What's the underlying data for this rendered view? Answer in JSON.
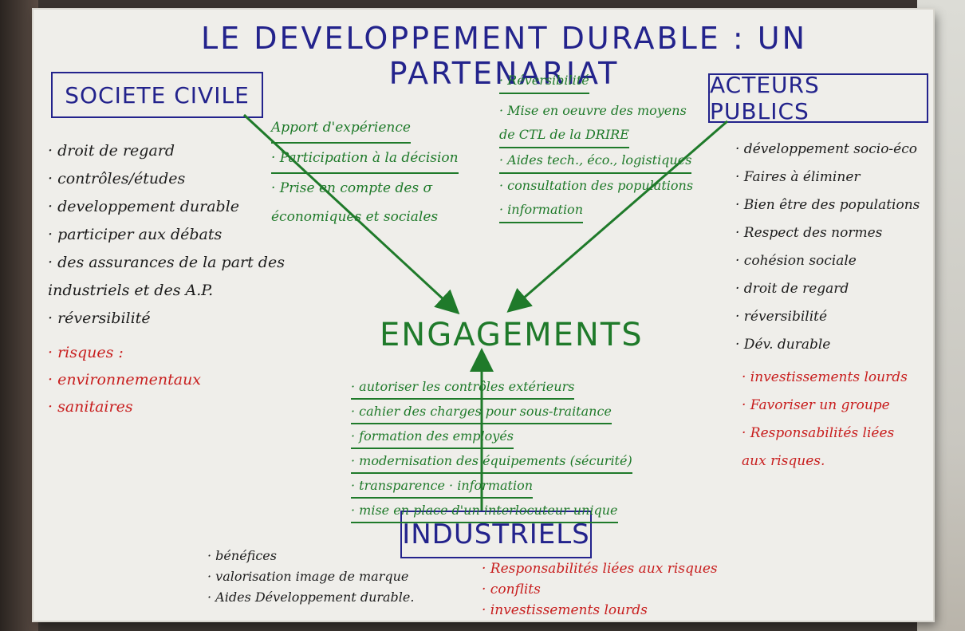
{
  "title": "LE DEVELOPPEMENT DURABLE : UN PARTENARIAT",
  "boxes": {
    "societe_civile": "SOCIETE CIVILE",
    "acteurs_publics": "ACTEURS PUBLICS",
    "industriels": "INDUSTRIELS"
  },
  "engagements": "ENGAGEMENTS",
  "societe_civile_items": [
    "· droit de regard",
    "· contrôles/études",
    "· developpement durable",
    "· participer aux débats",
    "· des assurances de la part des",
    "  industriels et des A.P.",
    "· réversibilité"
  ],
  "societe_civile_risques": [
    "· risques :",
    "· environnementaux",
    "· sanitaires"
  ],
  "center_left_green": [
    "Apport d'expérience",
    "· Participation à la décision",
    "· Prise en compte des σ",
    "  économiques et sociales"
  ],
  "center_right_green": [
    "· Réversibilité",
    "· Mise en oeuvre des moyens",
    "  de CTL de la DRIRE",
    "· Aides tech., éco., logistiques",
    "· consultation des populations",
    "· information"
  ],
  "acteurs_publics_items": [
    "· développement socio-éco",
    "· Faires à éliminer",
    "· Bien être des populations",
    "· Respect des normes",
    "· cohésion sociale",
    "· droit de regard",
    "· réversibilité",
    "· Dév. durable"
  ],
  "acteurs_publics_red": [
    "· investissements lourds",
    "· Favoriser un groupe",
    "· Responsabilités liées",
    "  aux risques."
  ],
  "industriels_engagements": [
    "· autoriser les contrôles extérieurs",
    "· cahier des charges pour sous-traitance",
    "· formation des employés",
    "· modernisation des équipements (sécurité)",
    "· transparence      · information",
    "· mise en place d'un interlocuteur unique"
  ],
  "industriels_benefices": [
    "· bénéfices",
    "· valorisation image de marque",
    "· Aides  Développement durable."
  ],
  "industriels_risques": [
    "· Responsabilités liées aux risques",
    "· conflits",
    "· investissements lourds"
  ],
  "colors": {
    "board": "#efeeea",
    "blue_marker": "#23238c",
    "green_marker": "#1f7a2a",
    "red_marker": "#c81e1e",
    "black_marker": "#1c1c1c"
  }
}
